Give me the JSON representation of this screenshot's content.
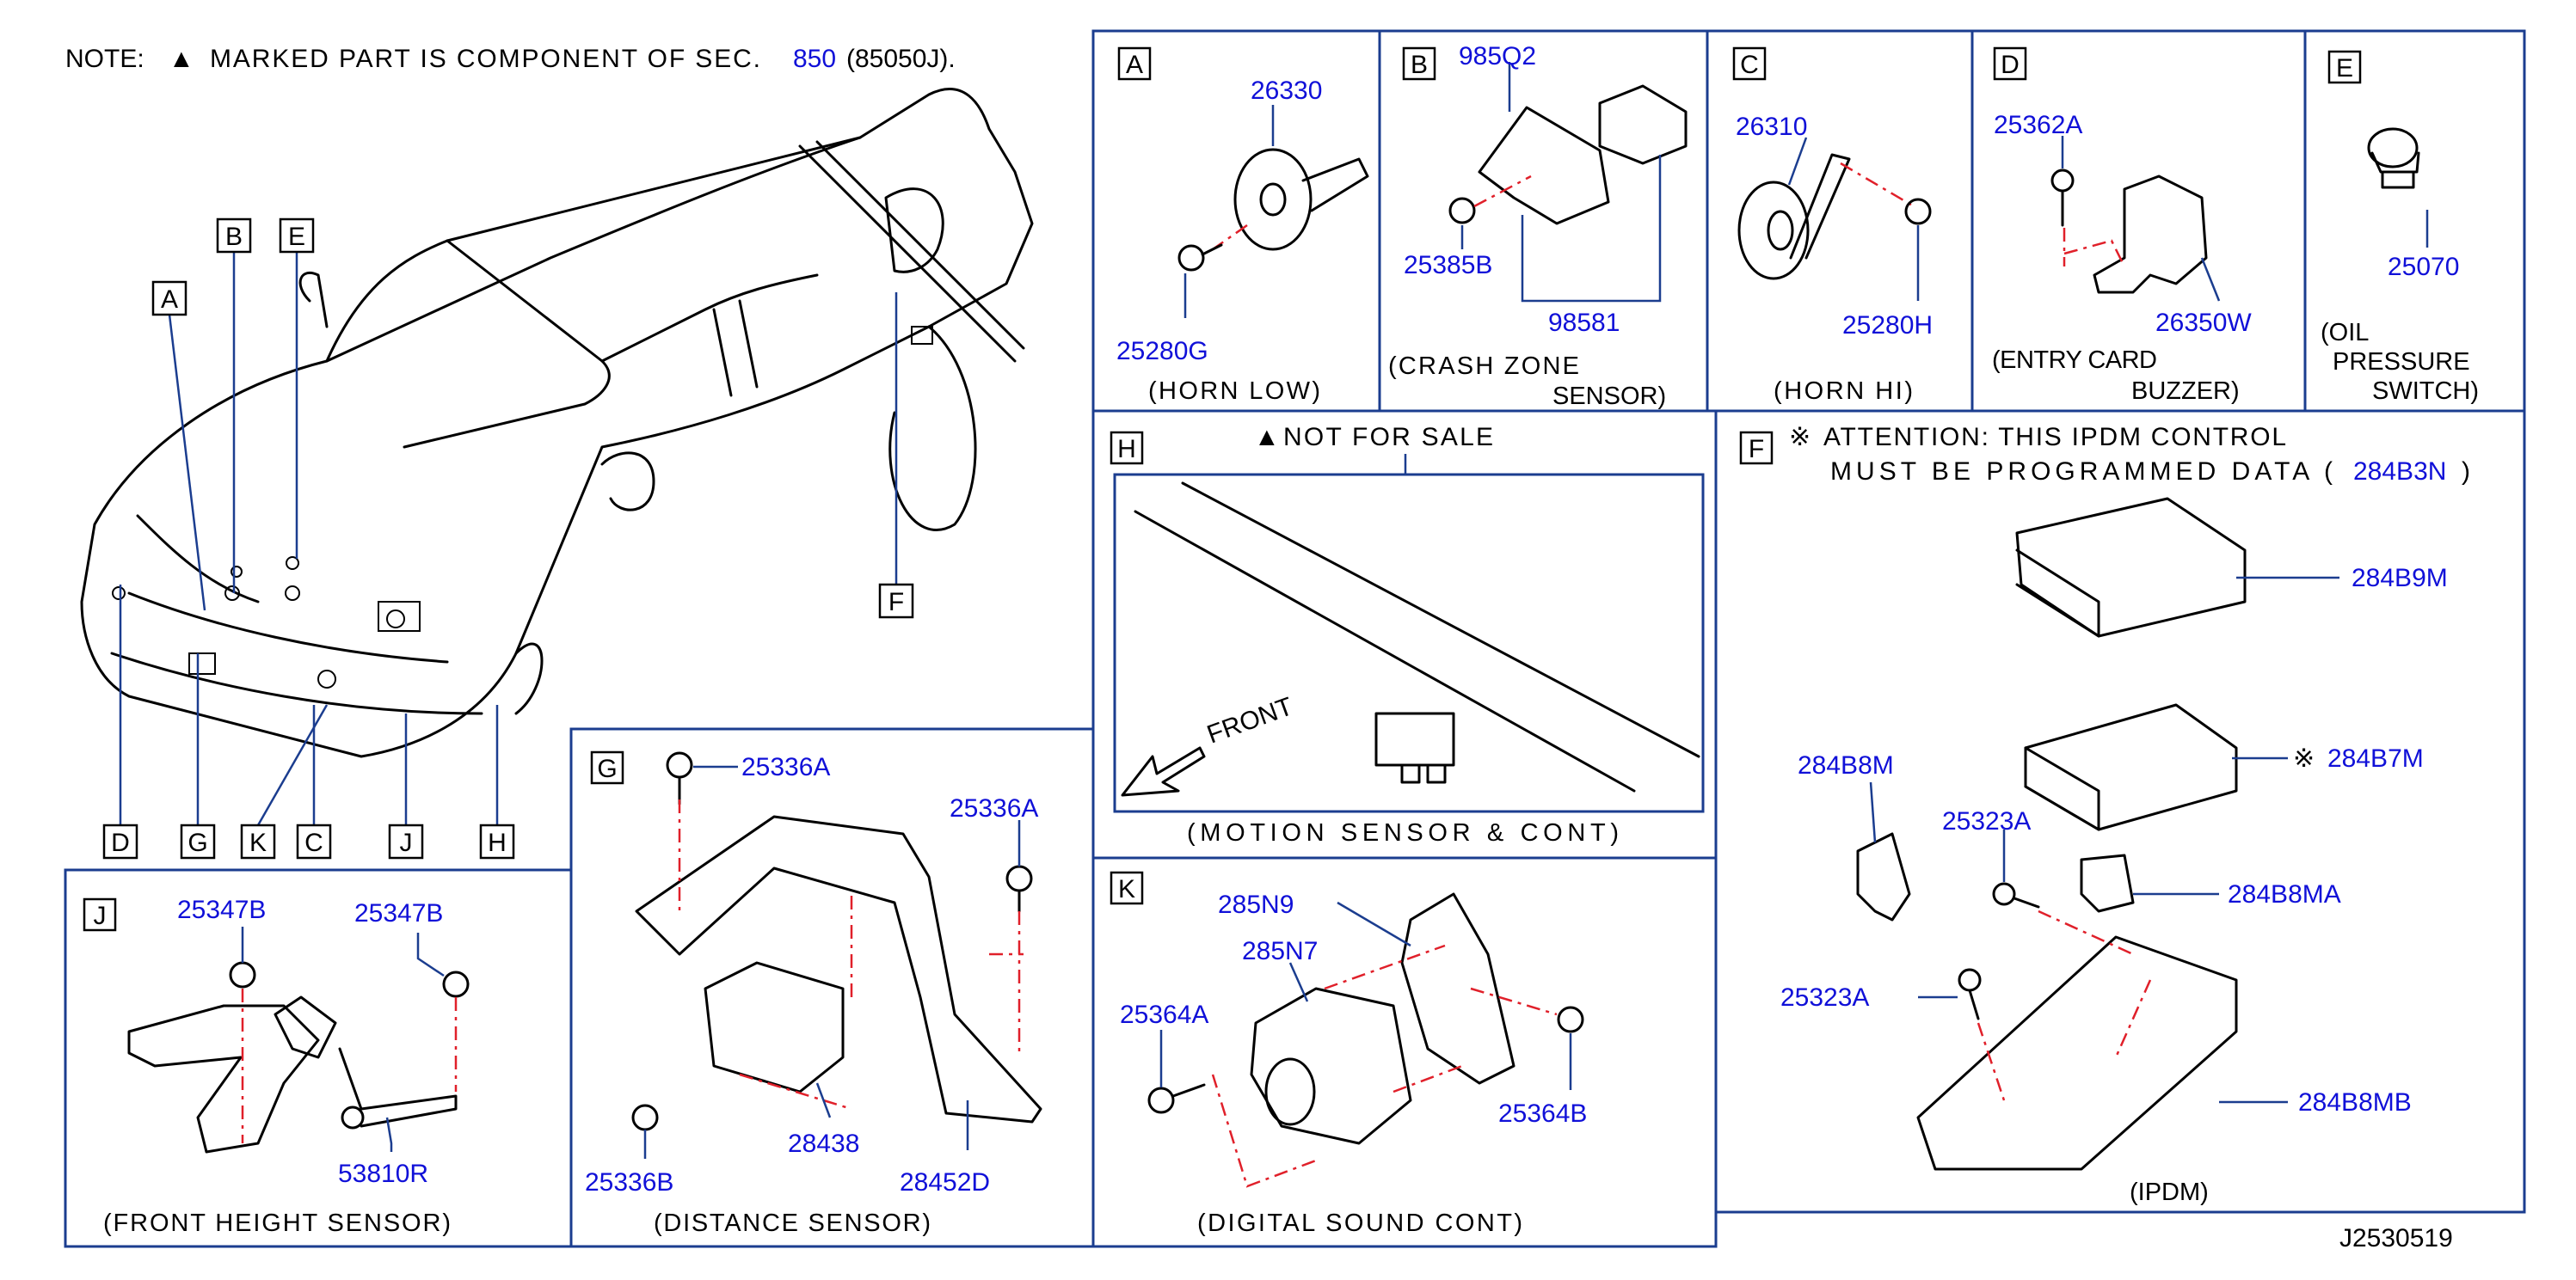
{
  "note": {
    "prefix": "NOTE:",
    "symbol": "▲",
    "text": "MARKED PART IS COMPONENT OF SEC.",
    "sec": "850",
    "ref": "(85050J)."
  },
  "drawing_id": "J2530519",
  "callouts": [
    "A",
    "B",
    "C",
    "D",
    "E",
    "F",
    "G",
    "H",
    "J",
    "K"
  ],
  "panels": {
    "A": {
      "letter": "A",
      "parts": [
        "26330",
        "25280G"
      ],
      "caption": "(HORN LOW)"
    },
    "B": {
      "letter": "B",
      "parts": [
        "985Q2",
        "25385B",
        "98581"
      ],
      "caption1": "(CRASH ZONE",
      "caption2": "SENSOR)"
    },
    "C": {
      "letter": "C",
      "parts": [
        "26310",
        "25280H"
      ],
      "caption": "(HORN HI)"
    },
    "D": {
      "letter": "D",
      "parts": [
        "25362A",
        "26350W"
      ],
      "caption1": "(ENTRY CARD",
      "caption2": "BUZZER)"
    },
    "E": {
      "letter": "E",
      "parts": [
        "25070"
      ],
      "caption1": "(OIL",
      "caption2": "PRESSURE",
      "caption3": "SWITCH)"
    },
    "H": {
      "letter": "H",
      "note_symbol": "▲",
      "note": "NOT FOR SALE",
      "front": "FRONT",
      "caption": "(MOTION SENSOR & CONT)"
    },
    "F": {
      "letter": "F",
      "attn_symbol": "※",
      "attn1": "ATTENTION: THIS IPDM CONTROL",
      "attn2": "MUST BE PROGRAMMED DATA (",
      "attn_part": "284B3N",
      "attn_close": ")",
      "parts": [
        "284B9M",
        "284B7M",
        "284B8M",
        "25323A",
        "284B8MA",
        "25323A",
        "284B8MB"
      ],
      "mark_symbol": "※",
      "caption": "(IPDM)"
    },
    "G": {
      "letter": "G",
      "parts": [
        "25336A",
        "25336A",
        "25336B",
        "28438",
        "28452D"
      ],
      "caption": "(DISTANCE SENSOR)"
    },
    "K": {
      "letter": "K",
      "parts": [
        "285N9",
        "285N7",
        "25364A",
        "25364B"
      ],
      "caption": "(DIGITAL SOUND CONT)"
    },
    "J": {
      "letter": "J",
      "parts": [
        "25347B",
        "25347B",
        "53810R"
      ],
      "caption": "(FRONT HEIGHT SENSOR)"
    }
  }
}
